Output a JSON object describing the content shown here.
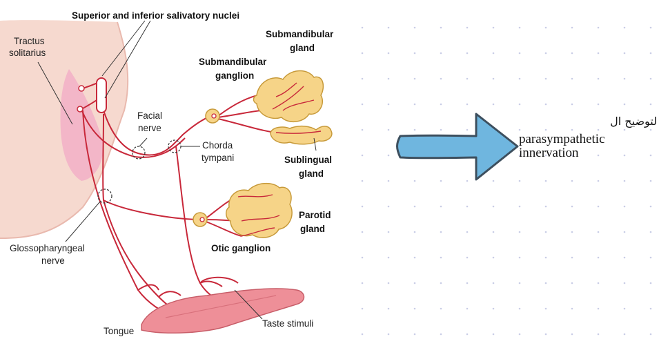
{
  "diagram": {
    "title": "Superior and inferior salivatory nuclei",
    "labels": {
      "tractus": [
        "Tractus",
        "solitarius"
      ],
      "submandibular_gland": [
        "Submandibular",
        "gland"
      ],
      "submandibular_ganglion": [
        "Submandibular",
        "ganglion"
      ],
      "facial_nerve": [
        "Facial",
        "nerve"
      ],
      "chorda": [
        "Chorda",
        "tympani"
      ],
      "sublingual": [
        "Sublingual",
        "gland"
      ],
      "parotid": [
        "Parotid",
        "gland"
      ],
      "otic": "Otic ganglion",
      "glosso": [
        "Glossopharyngeal",
        "nerve"
      ],
      "tongue": "Tongue",
      "taste": "Taste stimuli"
    }
  },
  "annotation": {
    "arabic": "لتوضيح ال",
    "lines": [
      "parasympathetic",
      "innervation"
    ]
  },
  "colors": {
    "nerve": "#c8283a",
    "gland_fill": "#f6d488",
    "brainstem": "#f6d9cf",
    "tongue": "#ee8f98",
    "arrow_fill": "#6fb6df",
    "arrow_stroke": "#3d4f5e",
    "dots": "#c9cde6"
  }
}
